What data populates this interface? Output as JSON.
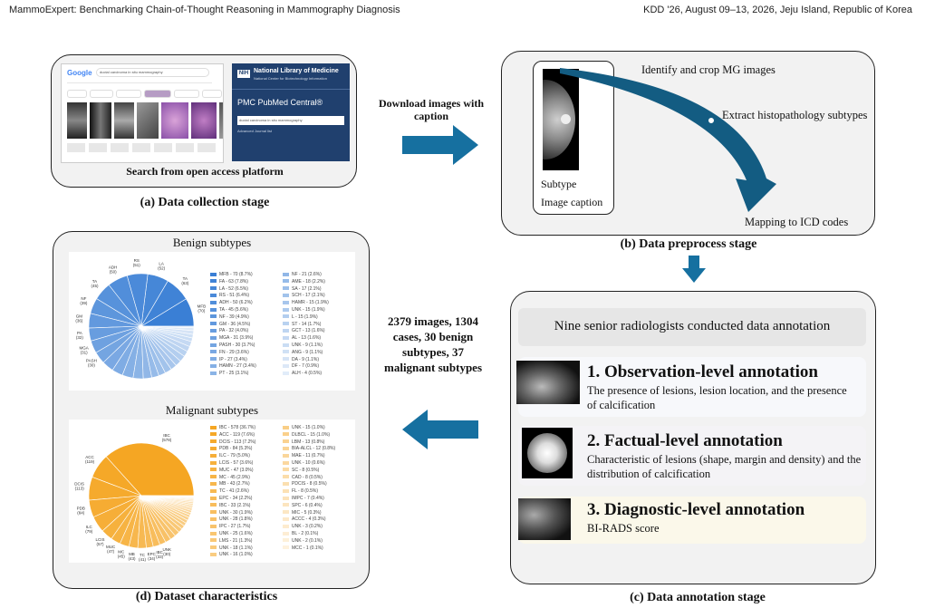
{
  "header": {
    "left": "MammoExpert: Benchmarking Chain-of-Thought Reasoning in Mammography Diagnosis",
    "right": "KDD '26, August 09–13, 2026, Jeju Island, Republic of Korea"
  },
  "panel_a": {
    "caption": "(a) Data collection stage",
    "search_label": "Search from open access platform",
    "google_query": "ductal carcinoma in situ mammography",
    "nih_title": "National Library of Medicine",
    "nih_sub": "National Center for Biotechnology Information",
    "pmc_title": "PMC PubMed Central®",
    "pmc_query": "ductal carcinoma in situ mammography",
    "pmc_links": "Advanced   Journal list"
  },
  "arrow_ab_label": "Download images with caption",
  "panel_b": {
    "caption": "(b) Data preprocess stage",
    "identify": "Identify and crop MG images",
    "extract": "Extract histopathology subtypes",
    "mapping": "Mapping to ICD codes",
    "subtype": "Subtype",
    "image_caption": "Image caption"
  },
  "stats_label": "2379 images, 1304 cases, 30 benign subtypes, 37 malignant subtypes",
  "panel_c": {
    "caption": "(c) Data annotation stage",
    "intro": "Nine senior radiologists conducted data annotation",
    "items": [
      {
        "title": "1. Observation-level annotation",
        "desc": "The presence of lesions, lesion location, and the presence of calcification"
      },
      {
        "title": "2. Factual-level annotation",
        "desc": "Characteristic of lesions (shape, margin and density) and the distribution of calcification"
      },
      {
        "title": "3. Diagnostic-level annotation",
        "desc": "BI-RADS score"
      }
    ]
  },
  "panel_d": {
    "caption": "(d) Dataset characteristics",
    "benign_title": "Benign subtypes",
    "malignant_title": "Malignant subtypes",
    "benign_legend_left": [
      "MFB - 70 (8.7%)",
      "FA - 63 (7.8%)",
      "LA - 52 (6.5%)",
      "RS - 51 (6.4%)",
      "ADH - 50 (6.2%)",
      "TA - 45 (5.6%)",
      "NF - 39 (4.9%)",
      "GM - 36 (4.5%)",
      "PA - 32 (4.0%)",
      "MGA - 31 (3.9%)",
      "PASH - 30 (3.7%)",
      "FN - 29 (3.6%)",
      "IP - 27 (3.4%)",
      "HAMN - 27 (3.4%)",
      "PT - 25 (3.1%)"
    ],
    "benign_legend_right": [
      "NF - 21 (2.6%)",
      "AME - 18 (2.2%)",
      "SA - 17 (2.1%)",
      "SCH - 17 (2.1%)",
      "HAMR - 15 (1.9%)",
      "UNK - 15 (1.9%)",
      "L - 15 (1.9%)",
      "ST - 14 (1.7%)",
      "GCT - 13 (1.6%)",
      "AL - 13 (1.6%)",
      "UNK - 9 (1.1%)",
      "ANG - 9 (1.1%)",
      "DA - 9 (1.1%)",
      "DF - 7 (0.9%)",
      "ALH - 4 (0.5%)"
    ],
    "benign_slice_labels": [
      "MFB\n(70)",
      "TA\n(63)",
      "LA\n(52)",
      "RS\n(51)",
      "ADH\n(50)",
      "TA\n(45)",
      "NF\n(39)",
      "GM\n(36)",
      "PA\n(32)",
      "MGA\n(31)",
      "PASH\n(30)"
    ],
    "malignant_legend_left": [
      "IBC - 578 (36.7%)",
      "ACC - 119 (7.6%)",
      "DCIS - 113 (7.2%)",
      "PDB - 84 (5.3%)",
      "ILC - 79 (5.0%)",
      "LCIS - 57 (3.6%)",
      "MUC - 47 (3.0%)",
      "MC - 45 (2.9%)",
      "MB - 43 (2.7%)",
      "TC - 41 (2.6%)",
      "EPC - 34 (2.2%)",
      "IBC - 33 (2.1%)",
      "UNK - 30 (1.9%)",
      "UNK - 28 (1.8%)",
      "IPC - 27 (1.7%)",
      "UNK - 25 (1.6%)",
      "LMS - 21 (1.3%)",
      "UNK - 18 (1.1%)",
      "UNK - 16 (1.0%)"
    ],
    "malignant_legend_right": [
      "UNK - 15 (1.0%)",
      "DLBCL - 15 (1.0%)",
      "LBM - 13 (0.8%)",
      "BIA-ALCL - 12 (0.8%)",
      "MAE - 11 (0.7%)",
      "UNK - 10 (0.6%)",
      "SC - 8 (0.5%)",
      "CAD - 8 (0.5%)",
      "PDCIS - 8 (0.5%)",
      "FL - 8 (0.5%)",
      "IMPC - 7 (0.4%)",
      "SPC - 6 (0.4%)",
      "MIC - 5 (0.3%)",
      "ACCC - 4 (0.3%)",
      "UNK - 3 (0.2%)",
      "BL - 2 (0.1%)",
      "UNK - 2 (0.1%)",
      "MCC - 1 (0.1%)"
    ],
    "malignant_slice_labels": [
      "IBC\n(578)",
      "ACC\n(119)",
      "DCIS\n(113)",
      "PDB\n(84)",
      "ILC\n(79)",
      "LCIS\n(57)",
      "MUC\n(47)",
      "MC\n(45)",
      "MB\n(43)",
      "TC\n(41)",
      "EPC\n(34)",
      "IBC\n(33)",
      "UNK\n(30)"
    ]
  },
  "chart_data": [
    {
      "type": "pie",
      "title": "Benign subtypes",
      "categories": [
        "MFB",
        "FA",
        "LA",
        "RS",
        "ADH",
        "TA",
        "NF",
        "GM",
        "PA",
        "MGA",
        "PASH",
        "FN",
        "IP",
        "HAMN",
        "PT",
        "NF",
        "AME",
        "SA",
        "SCH",
        "HAMR",
        "UNK",
        "L",
        "ST",
        "GCT",
        "AL",
        "UNK",
        "ANG",
        "DA",
        "DF",
        "ALH"
      ],
      "values": [
        70,
        63,
        52,
        51,
        50,
        45,
        39,
        36,
        32,
        31,
        30,
        29,
        27,
        27,
        25,
        21,
        18,
        17,
        17,
        15,
        15,
        15,
        14,
        13,
        13,
        9,
        9,
        9,
        7,
        4
      ],
      "color": "#3a7fd5"
    },
    {
      "type": "pie",
      "title": "Malignant subtypes",
      "categories": [
        "IBC",
        "ACC",
        "DCIS",
        "PDB",
        "ILC",
        "LCIS",
        "MUC",
        "MC",
        "MB",
        "TC",
        "EPC",
        "IBC",
        "UNK",
        "UNK",
        "IPC",
        "UNK",
        "LMS",
        "UNK",
        "UNK",
        "UNK",
        "DLBCL",
        "LBM",
        "BIA-ALCL",
        "MAE",
        "UNK",
        "SC",
        "CAD",
        "PDCIS",
        "FL",
        "IMPC",
        "SPC",
        "MIC",
        "ACCC",
        "UNK",
        "BL",
        "UNK",
        "MCC"
      ],
      "values": [
        578,
        119,
        113,
        84,
        79,
        57,
        47,
        45,
        43,
        41,
        34,
        33,
        30,
        28,
        27,
        25,
        21,
        18,
        16,
        15,
        15,
        13,
        12,
        11,
        10,
        8,
        8,
        8,
        8,
        7,
        6,
        5,
        4,
        3,
        2,
        2,
        1
      ],
      "color": "#f5a623"
    }
  ]
}
